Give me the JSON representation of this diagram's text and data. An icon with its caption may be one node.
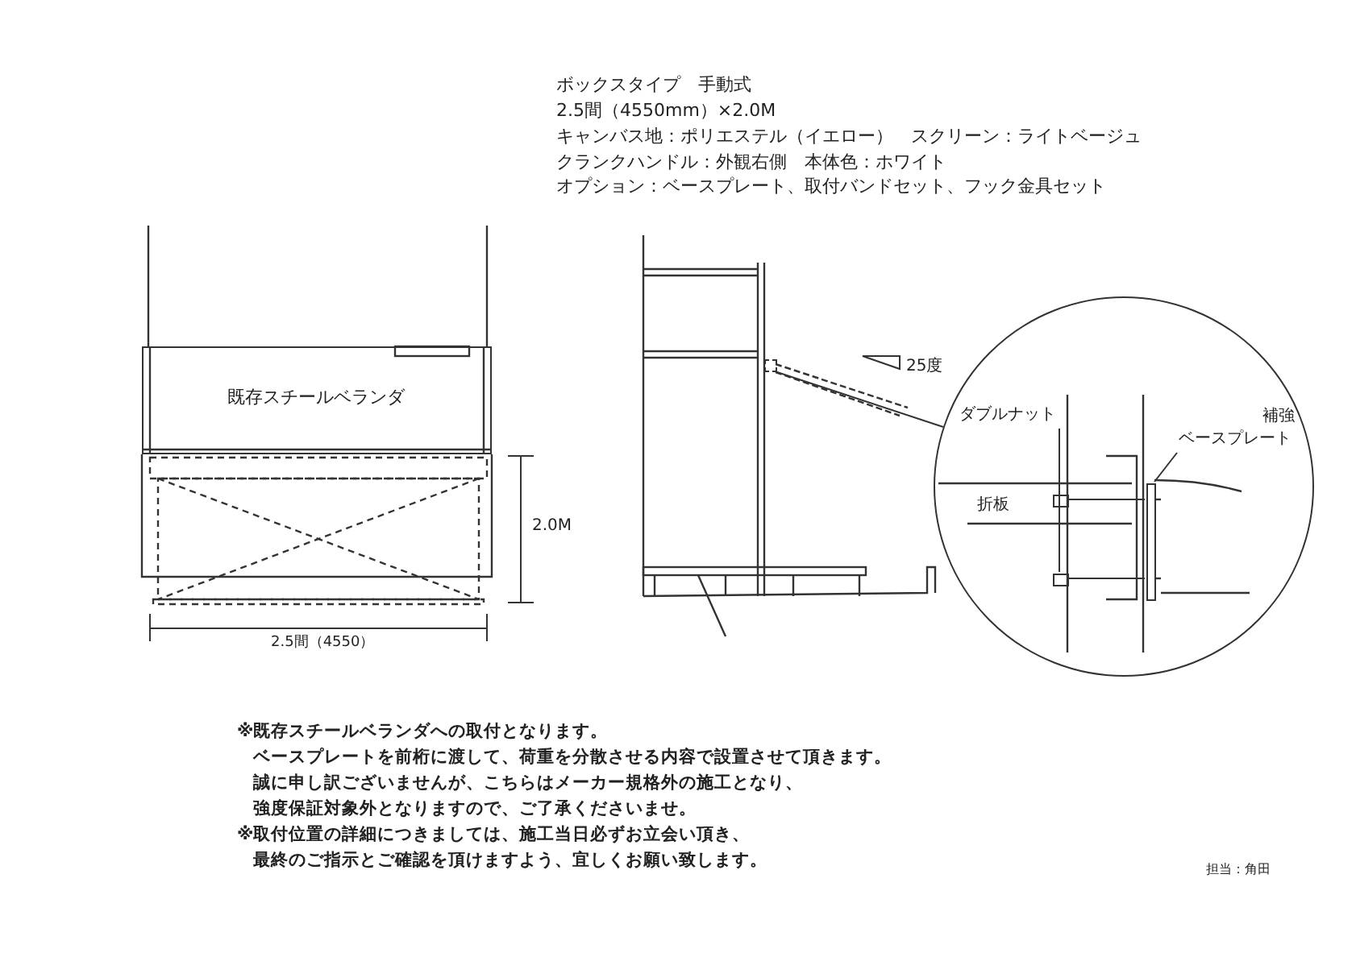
{
  "diagram": {
    "nodes": [
      {
        "text": [
          "既存スチールベランダ"
        ]
      },
      {
        "text": [],
        "shape": "circle"
      },
      {
        "text": [
          "ダブルナット"
        ],
        "in": 1
      },
      {
        "text": [],
        "shape": "box",
        "in": 1
      },
      {
        "text": [],
        "shape": "box",
        "in": 1
      },
      {
        "text": [
          "補強ベースプレート"
        ],
        "in": 1
      },
      {
        "text": [],
        "shape": "bar",
        "in": 1
      },
      {
        "text": [],
        "shape": "box"
      }
    ],
    "edges": [
      {
        "from": 2,
        "to": 3,
        "arrow": "none"
      },
      {
        "from": 2,
        "to": 4,
        "arrow": "none"
      },
      {
        "from": 5,
        "to": 6,
        "arrow": "none"
      },
      {
        "from": 3,
        "to": 6,
        "arrow": "none"
      },
      {
        "from": 4,
        "to": 6,
        "arrow": "none"
      },
      {
        "from": 7,
        "to": 1,
        "arrow": "none"
      }
    ],
    "labels": [
      "ボックスタイプ　手動式",
      "2.5間（4550mm）×2.0M",
      "キャンバス地：ポリエステル（イエロー）　スクリーン：ライトベージュ",
      "クランクハンドル：外観右側　本体色：ホワイト",
      "オプション：ベースプレート、取付バンドセット、フック金具セット",
      "25度",
      "折板",
      "2.0M",
      "2.5間（4550）",
      "※既存スチールベランダへの取付となります。",
      "ベースプレートを前桁に渡して、荷重を分散させる内容で設置させて頂きます。",
      "誠に申し訳ございませんが、こちらはメーカー規格外の施工となり、",
      "強度保証対象外となりますので、ご了承くださいませ。",
      "※取付位置の詳細につきましては、施工当日必ずお立会い頂き、",
      "最終のご指示とご確認を頂けますよう、宜しくお願い致します。",
      "担当：角田"
    ]
  }
}
